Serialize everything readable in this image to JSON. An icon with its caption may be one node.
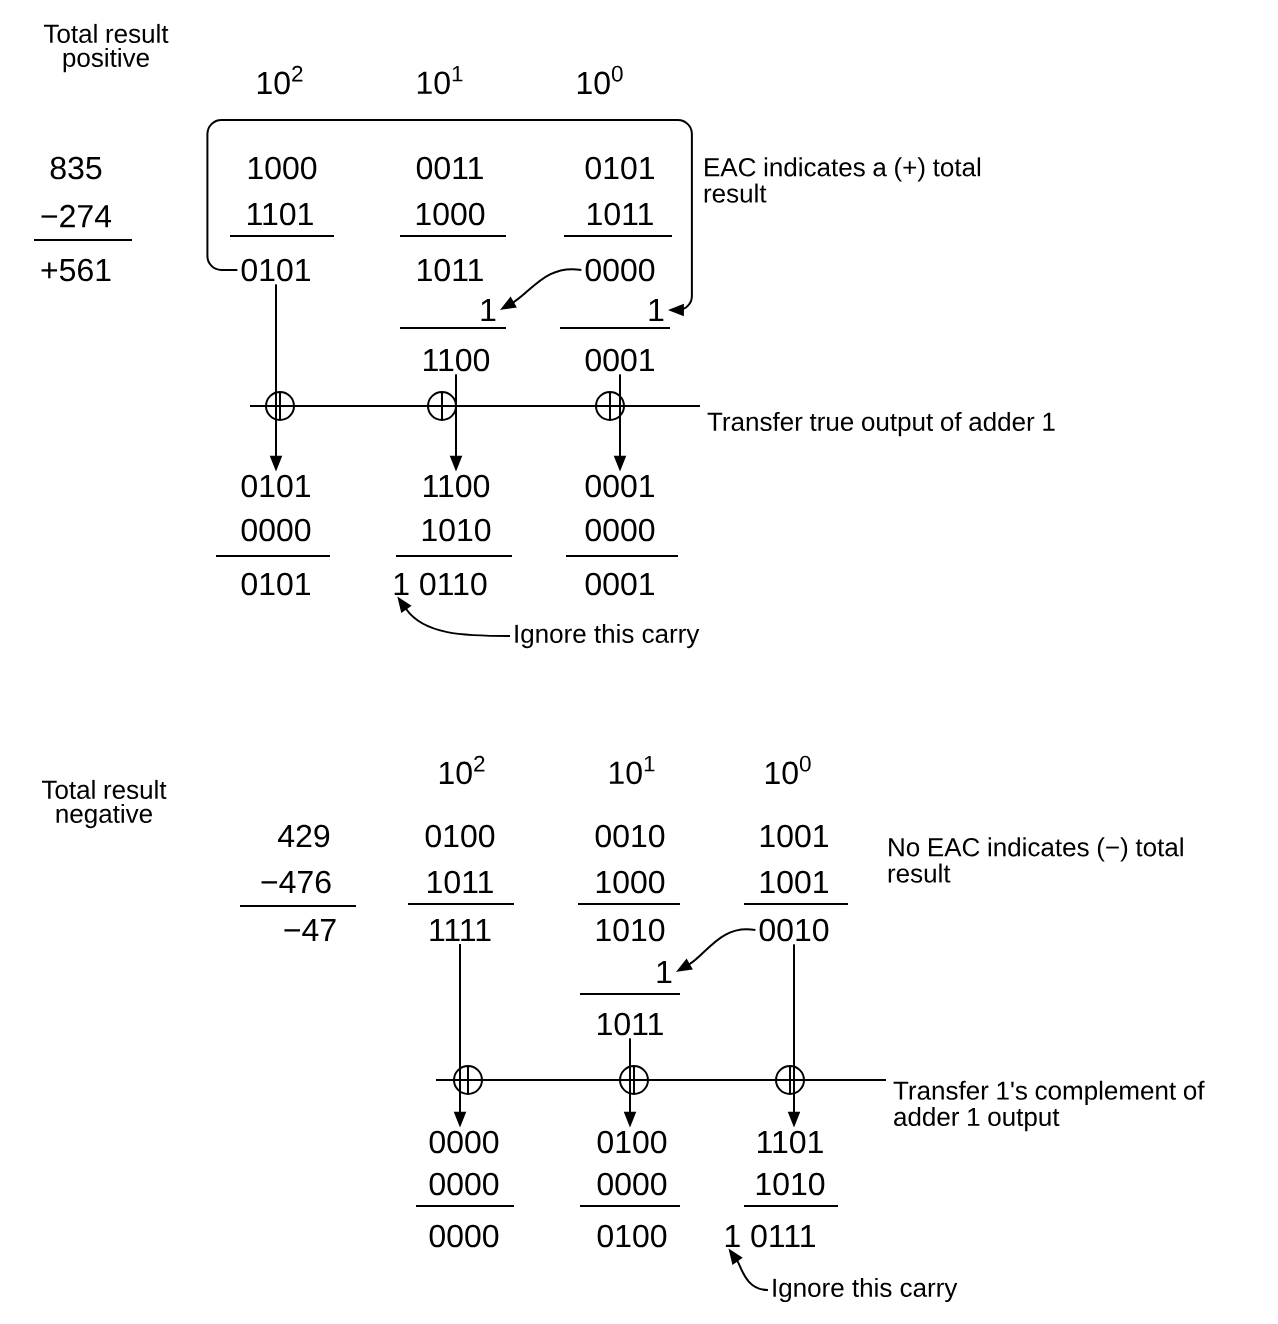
{
  "diagram": {
    "nodes": [
      {
        "text": [
          "0101"
        ]
      },
      {
        "text": [
          "0000"
        ]
      },
      {
        "text": [
          "1"
        ]
      },
      {
        "text": [
          "1"
        ]
      },
      {
        "text": [
          "1100"
        ]
      },
      {
        "text": [
          "0001"
        ]
      },
      {
        "text": [
          "0101"
        ]
      },
      {
        "text": [
          "1100"
        ]
      },
      {
        "text": [
          "0001"
        ]
      },
      {
        "text": [
          "1 0110"
        ]
      },
      {
        "text": [
          "Ignore this carry"
        ]
      },
      {
        "text": [
          "1111"
        ]
      },
      {
        "text": [
          "0010"
        ]
      },
      {
        "text": [
          "1"
        ]
      },
      {
        "text": [
          "1011"
        ]
      },
      {
        "text": [
          "0000"
        ]
      },
      {
        "text": [
          "0100"
        ]
      },
      {
        "text": [
          "1101"
        ]
      },
      {
        "text": [
          "1 0111"
        ]
      },
      {
        "text": [
          "Ignore this carry"
        ]
      }
    ],
    "edges": [
      {
        "from": 0,
        "to": 3,
        "arrow": "to"
      },
      {
        "from": 1,
        "to": 2,
        "arrow": "to"
      },
      {
        "from": 0,
        "to": 6,
        "arrow": "to"
      },
      {
        "from": 4,
        "to": 7,
        "arrow": "to"
      },
      {
        "from": 5,
        "to": 8,
        "arrow": "to"
      },
      {
        "from": 10,
        "to": 9,
        "arrow": "to"
      },
      {
        "from": 12,
        "to": 13,
        "arrow": "to"
      },
      {
        "from": 11,
        "to": 15,
        "arrow": "to"
      },
      {
        "from": 14,
        "to": 16,
        "arrow": "to"
      },
      {
        "from": 12,
        "to": 17,
        "arrow": "to"
      },
      {
        "from": 19,
        "to": 18,
        "arrow": "to"
      }
    ],
    "labels": [
      "Total result positive",
      "10$^{2}$",
      "10$^{1}$",
      "10$^{0}$",
      "835",
      "1000",
      "0011",
      "0101",
      "EAC indicates a (+) total result",
      "−274",
      "1101",
      "1000",
      "1011",
      "+561",
      "1011",
      "Transfer true output of adder 1",
      "0000",
      "1010",
      "0000",
      "0101",
      "0001",
      "Total result negative",
      "10$^{2}$",
      "10$^{1}$",
      "10$^{0}$",
      "429",
      "0100",
      "0010",
      "1001",
      "No EAC indicates (−) total result",
      "−476",
      "1011",
      "1000",
      "1001",
      "−47",
      "1010",
      "Transfer 1's complement of adder 1 output",
      "0000",
      "0000",
      "1010",
      "0000",
      "0100"
    ]
  }
}
